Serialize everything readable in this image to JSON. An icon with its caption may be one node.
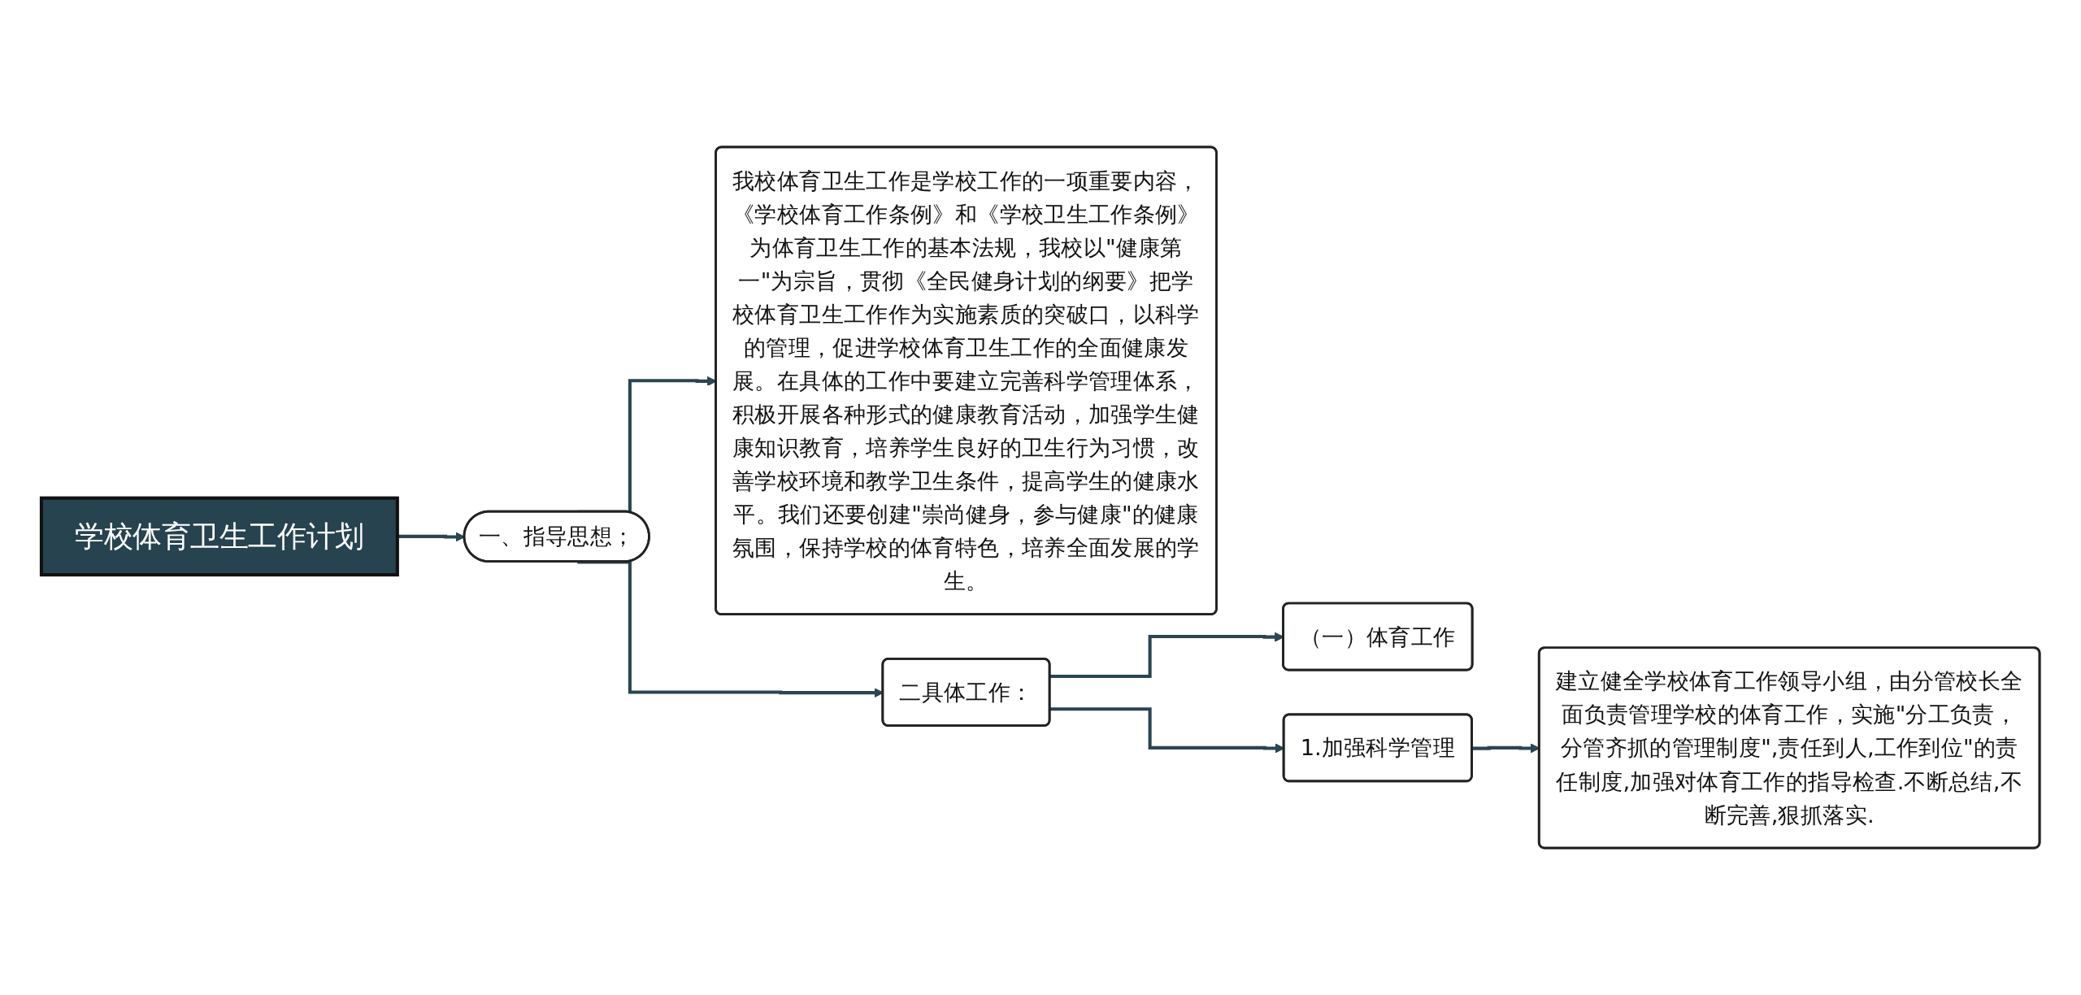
{
  "diagram": {
    "nodes": [
      {
        "text": [
          "学校体育卫生工作计划"
        ]
      },
      {
        "text": [
          "一、指导思想；"
        ]
      },
      {
        "text": [
          "我校体育卫生工作是学校工作的一项重要内容，《学校体育工作条例》和《学校卫生工作条例》为体育卫生工作的基本法规，我校以\"健康第一\"为宗旨，贯彻《全民健身计划的纲要》把学校体育卫生工作作为实施素质的突破口，以科学的管理，促进学校体育卫生工作的全面健康发展。在具体的工作中要建立完善科学管理体系，积极开展各种形式的健康教育活动，加强学生健康知识教育，培养学生良好的卫生行为习惯，改善学校环境和教学卫生条件，提高学生的健康水平。我们还要创建\"崇尚健身，参与健康\"的健康氛围，保持学校的体育特色，培养全面发展的学生。"
        ]
      },
      {
        "text": [
          "二具体工作："
        ]
      },
      {
        "text": [
          "（一）体育工作"
        ]
      },
      {
        "text": [
          "1.加强科学管理"
        ]
      },
      {
        "text": [
          "建立健全学校体育工作领导小组，由分管校长全面负责管理学校的体育工作，实施\"分工负责，分管齐抓的管理制度\",责任到人,工作到位\"的责任制度,加强对体育工作的指导检查.不断总结,不断完善,狠抓落实."
        ]
      }
    ],
    "edges": [
      {
        "from": 0,
        "to": 1,
        "arrow": "to"
      },
      {
        "from": 1,
        "to": 2,
        "arrow": "to"
      },
      {
        "from": 1,
        "to": 3,
        "arrow": "to"
      },
      {
        "from": 3,
        "to": 4,
        "arrow": "to"
      },
      {
        "from": 3,
        "to": 5,
        "arrow": "to"
      },
      {
        "from": 5,
        "to": 6,
        "arrow": "to"
      }
    ]
  }
}
